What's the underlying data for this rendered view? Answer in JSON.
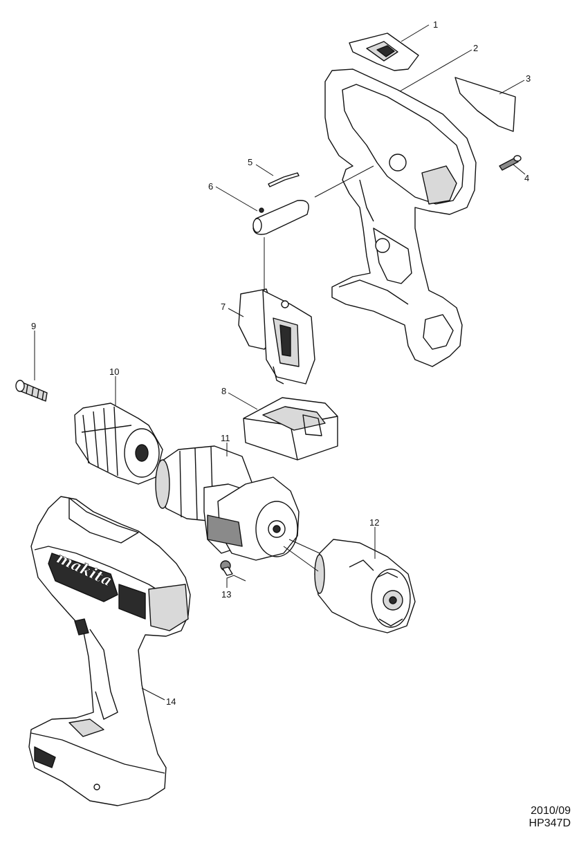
{
  "callouts": [
    {
      "id": "1",
      "label": "1"
    },
    {
      "id": "2",
      "label": "2"
    },
    {
      "id": "3",
      "label": "3"
    },
    {
      "id": "4",
      "label": "4"
    },
    {
      "id": "5",
      "label": "5"
    },
    {
      "id": "6",
      "label": "6"
    },
    {
      "id": "7",
      "label": "7"
    },
    {
      "id": "8",
      "label": "8"
    },
    {
      "id": "9",
      "label": "9"
    },
    {
      "id": "10",
      "label": "10"
    },
    {
      "id": "11",
      "label": "11"
    },
    {
      "id": "12",
      "label": "12"
    },
    {
      "id": "13",
      "label": "13"
    },
    {
      "id": "14",
      "label": "14"
    }
  ],
  "brand_logo": "makita",
  "footer": {
    "date": "2010/09",
    "model": "HP347D"
  }
}
